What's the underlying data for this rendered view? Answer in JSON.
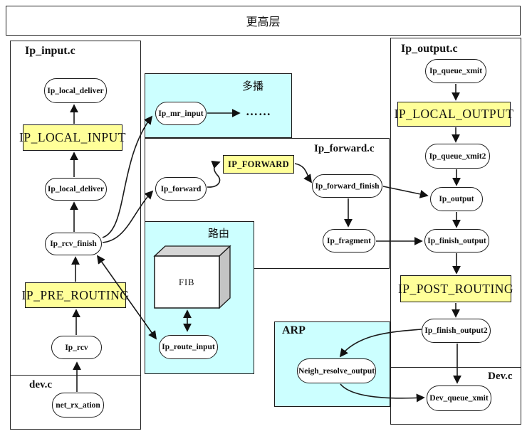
{
  "banner": {
    "title": "更高层"
  },
  "sections": {
    "ip_input": "Ip_input.c",
    "dev_left": "dev.c",
    "multicast": "多播",
    "forward": "Ip_forward.c",
    "routing": "路由",
    "arp": "ARP",
    "ip_output": "Ip_output.c",
    "dev_right": "Dev.c"
  },
  "hooks": {
    "ip_local_input": "IP_LOCAL_INPUT",
    "ip_pre_routing": "IP_PRE_ROUTING",
    "ip_forward": "IP_FORWARD",
    "ip_local_output": "IP_LOCAL_OUTPUT",
    "ip_post_routing": "IP_POST_ROUTING"
  },
  "nodes": {
    "ip_local_deliver_top": "Ip_local_deliver",
    "ip_local_deliver": "Ip_local_deliver",
    "ip_rcv_finish": "Ip_rcv_finish",
    "ip_rcv": "Ip_rcv",
    "net_rx_ation": "net_rx_ation",
    "ip_mr_input": "Ip_mr_input",
    "ip_forward": "Ip_forward",
    "ip_forward_finish": "Ip_forward_finish",
    "ip_fragment": "Ip_fragment",
    "ip_route_input": "Ip_route_input",
    "neigh_resolve_output": "Neigh_resolve_output",
    "ip_queue_xmit": "Ip_queue_xmit",
    "ip_queue_xmit2": "Ip_queue_xmit2",
    "ip_output": "Ip_output",
    "ip_finish_output": "Ip_finish_output",
    "ip_finish_output2": "Ip_finish_output2",
    "dev_queue_xmit": "Dev_queue_xmit"
  },
  "fib": "FIB",
  "ellipsis": "……",
  "colors": {
    "hook_fill": "#ffff99",
    "zone_fill": "#ccffff",
    "cube_top": "#d6d6d6",
    "cube_side": "#c4c4c4",
    "line": "#1a1a1a"
  }
}
